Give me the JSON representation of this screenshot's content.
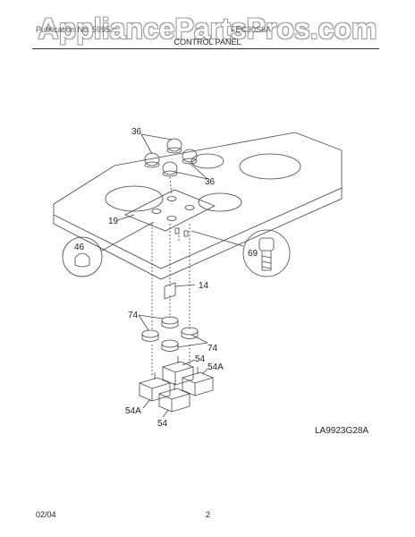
{
  "watermark": "AppliancePartsPros.com",
  "header": {
    "left_text": "Publication No. 5995...",
    "right_text": "FEC30S6A",
    "title": "CONTROL PANEL"
  },
  "callouts": {
    "knobs_top": "36",
    "knobs_bottom": "36",
    "panel": "19",
    "insert": "46",
    "screw": "69",
    "switch": "14",
    "spacer_top": "74",
    "spacer_bottom": "74",
    "infinite_switch_a": "54",
    "infinite_switch_b": "54A",
    "infinite_switch_c": "54A",
    "infinite_switch_d": "54"
  },
  "figure_code": "LA9923G28A",
  "footer": {
    "date": "02/04",
    "page": "2"
  }
}
